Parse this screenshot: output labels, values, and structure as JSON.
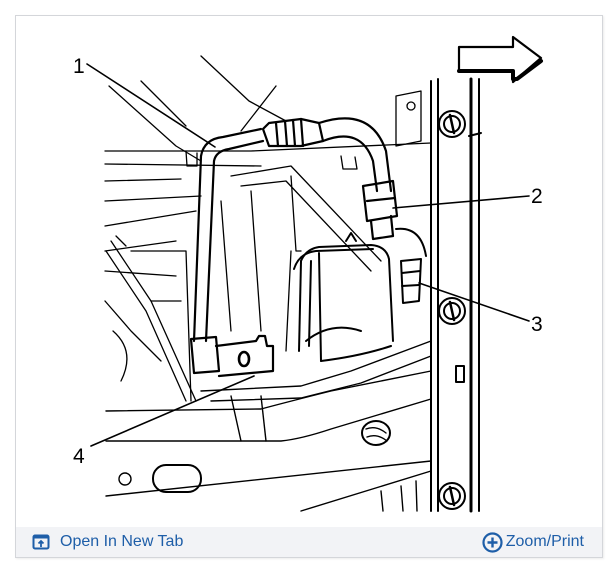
{
  "figure": {
    "callouts": [
      {
        "id": "1",
        "label": "1"
      },
      {
        "id": "2",
        "label": "2"
      },
      {
        "id": "3",
        "label": "3"
      },
      {
        "id": "4",
        "label": "4"
      }
    ],
    "direction_indicator": "arrow-right-icon"
  },
  "footer": {
    "open_new_tab": {
      "label": "Open In New Tab",
      "icon": "open-in-new-tab-icon"
    },
    "zoom_print": {
      "label": "Zoom/Print",
      "icon": "plus-circle-icon"
    }
  },
  "colors": {
    "link": "#1e5ea8",
    "footer_bg": "#f2f3f6",
    "border": "#d4d6da",
    "line_art": "#000000"
  }
}
